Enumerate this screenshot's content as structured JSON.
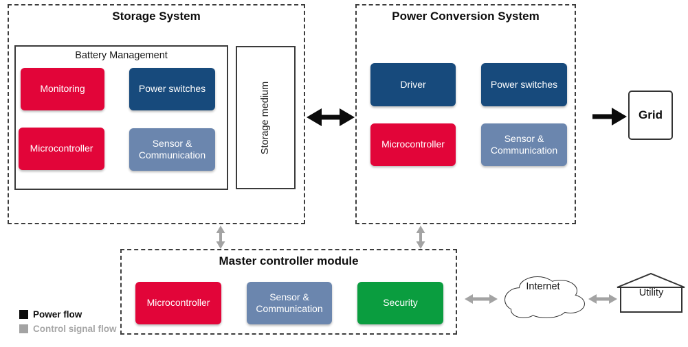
{
  "storage_system": {
    "title": "Storage System",
    "battery_management": {
      "title": "Battery Management",
      "blocks": {
        "monitoring": "Monitoring",
        "power_switches": "Power switches",
        "microcontroller": "Microcontroller",
        "sensor_communication": "Sensor & Communication"
      }
    },
    "storage_medium": "Storage medium"
  },
  "power_conversion_system": {
    "title": "Power Conversion System",
    "blocks": {
      "driver": "Driver",
      "power_switches": "Power switches",
      "microcontroller": "Microcontroller",
      "sensor_communication": "Sensor & Communication"
    }
  },
  "master_controller": {
    "title": "Master controller module",
    "blocks": {
      "microcontroller": "Microcontroller",
      "sensor_communication": "Sensor & Communication",
      "security": "Security"
    }
  },
  "external": {
    "grid": "Grid",
    "internet": "Internet",
    "utility": "Utility"
  },
  "legend": {
    "power_flow": "Power flow",
    "control_signal_flow": "Control signal flow"
  },
  "colors": {
    "block_red": "#E20539",
    "block_navy": "#174A7C",
    "block_slate": "#6B86AE",
    "block_green": "#0A9D3F",
    "power_flow_arrow": "#0b0b0b",
    "control_signal_arrow": "#A3A3A3"
  }
}
